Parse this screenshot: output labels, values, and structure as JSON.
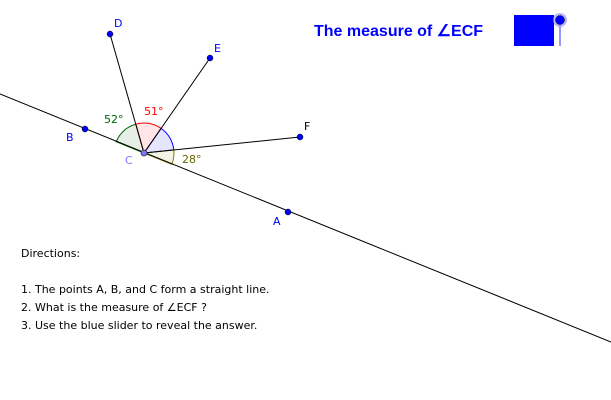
{
  "title": "The measure of ∠ECF",
  "points": {
    "A": "A",
    "B": "B",
    "C": "C",
    "D": "D",
    "E": "E",
    "F": "F"
  },
  "angles": {
    "BCD": "52°",
    "DCE": "51°",
    "FCA": "28°"
  },
  "slider": {
    "value": 0,
    "color": "#0000ff"
  },
  "directions": {
    "heading": "Directions:",
    "steps": [
      "1. The points A, B, and C form a straight line.",
      "2. What is the measure of ∠ECF ?",
      "3. Use the blue slider to reveal the answer."
    ]
  }
}
